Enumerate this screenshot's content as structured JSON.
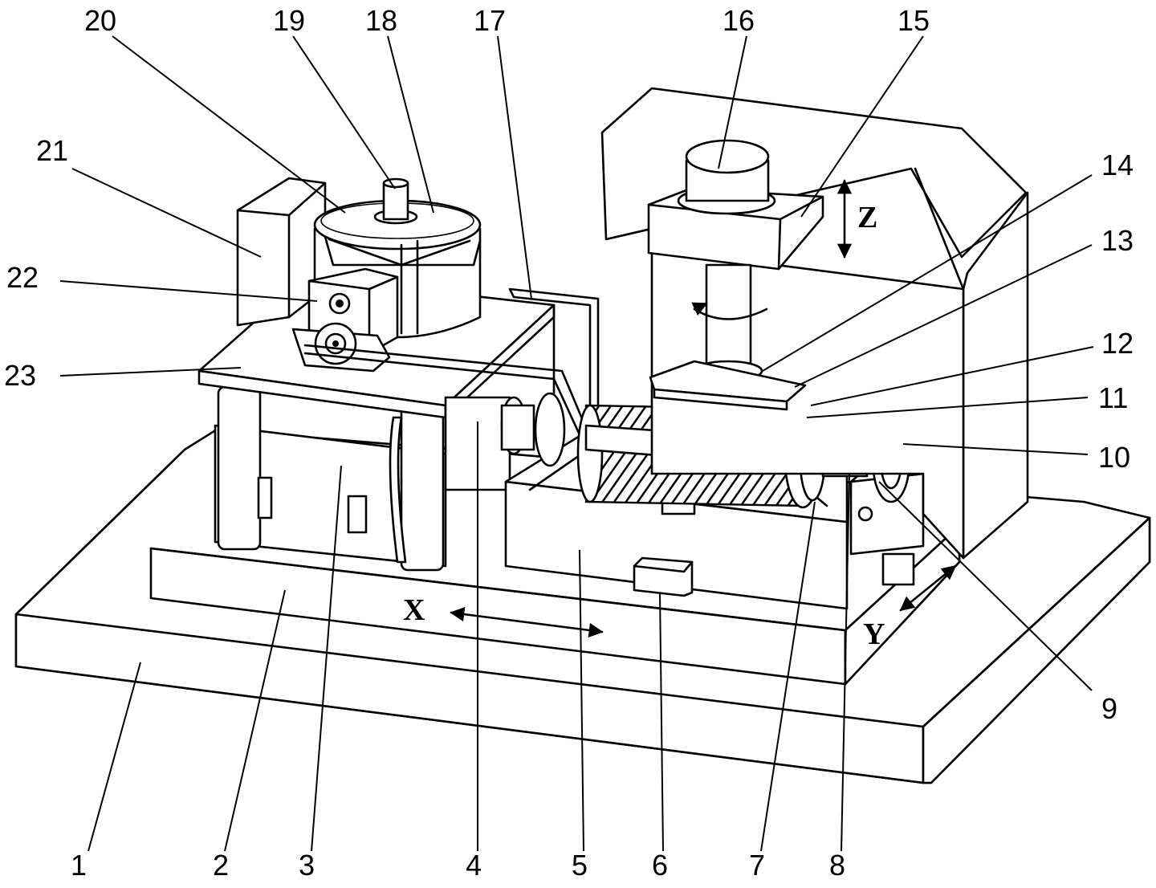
{
  "labels": [
    {
      "id": "1",
      "text": "1"
    },
    {
      "id": "2",
      "text": "2"
    },
    {
      "id": "3",
      "text": "3"
    },
    {
      "id": "4",
      "text": "4"
    },
    {
      "id": "5",
      "text": "5"
    },
    {
      "id": "6",
      "text": "6"
    },
    {
      "id": "7",
      "text": "7"
    },
    {
      "id": "8",
      "text": "8"
    },
    {
      "id": "9",
      "text": "9"
    },
    {
      "id": "10",
      "text": "10"
    },
    {
      "id": "11",
      "text": "11"
    },
    {
      "id": "12",
      "text": "12"
    },
    {
      "id": "13",
      "text": "13"
    },
    {
      "id": "14",
      "text": "14"
    },
    {
      "id": "15",
      "text": "15"
    },
    {
      "id": "16",
      "text": "16"
    },
    {
      "id": "17",
      "text": "17"
    },
    {
      "id": "18",
      "text": "18"
    },
    {
      "id": "19",
      "text": "19"
    },
    {
      "id": "20",
      "text": "20"
    },
    {
      "id": "21",
      "text": "21"
    },
    {
      "id": "22",
      "text": "22"
    },
    {
      "id": "23",
      "text": "23"
    }
  ],
  "axes": {
    "x": "X",
    "y": "Y",
    "z": "Z"
  },
  "colors": {
    "line": "#000000",
    "background": "#ffffff"
  }
}
